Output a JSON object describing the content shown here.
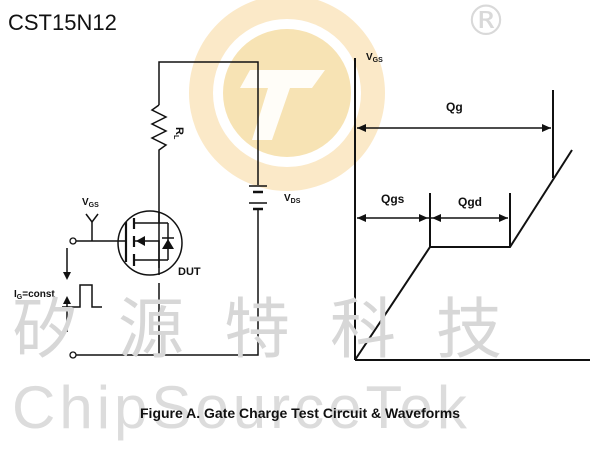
{
  "part_number": "CST15N12",
  "caption": "Figure A. Gate Charge Test Circuit & Waveforms",
  "watermark": {
    "cn": "矽源特科技",
    "en": "ChipSourceTek",
    "mark": "®",
    "colors": {
      "logo_outer": "#f7e3b4",
      "logo_inner": "#fbe9c8",
      "text": "#d7d7d7"
    }
  },
  "circuit": {
    "rl_main": "R",
    "rl_sub": "L",
    "vds_main": "V",
    "vds_sub": "DS",
    "vgs_main": "V",
    "vgs_sub": "GS",
    "ig_main": "I",
    "ig_sub": "G",
    "ig_rest": "=const",
    "dut": "DUT"
  },
  "waveform": {
    "y_label_main": "V",
    "y_label_sub": "GS",
    "qg": "Qg",
    "qgs": "Qgs",
    "qgd": "Qgd"
  }
}
